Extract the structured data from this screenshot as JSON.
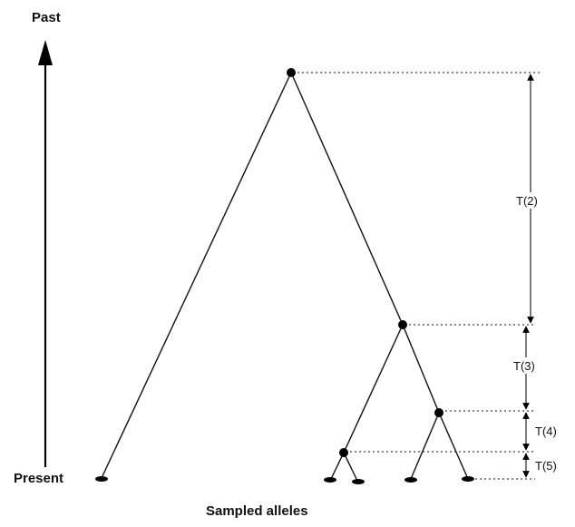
{
  "labels": {
    "past": "Past",
    "present": "Present",
    "sampled": "Sampled alleles"
  },
  "intervals": [
    "T(2)",
    "T(3)",
    "T(4)",
    "T(5)"
  ]
}
